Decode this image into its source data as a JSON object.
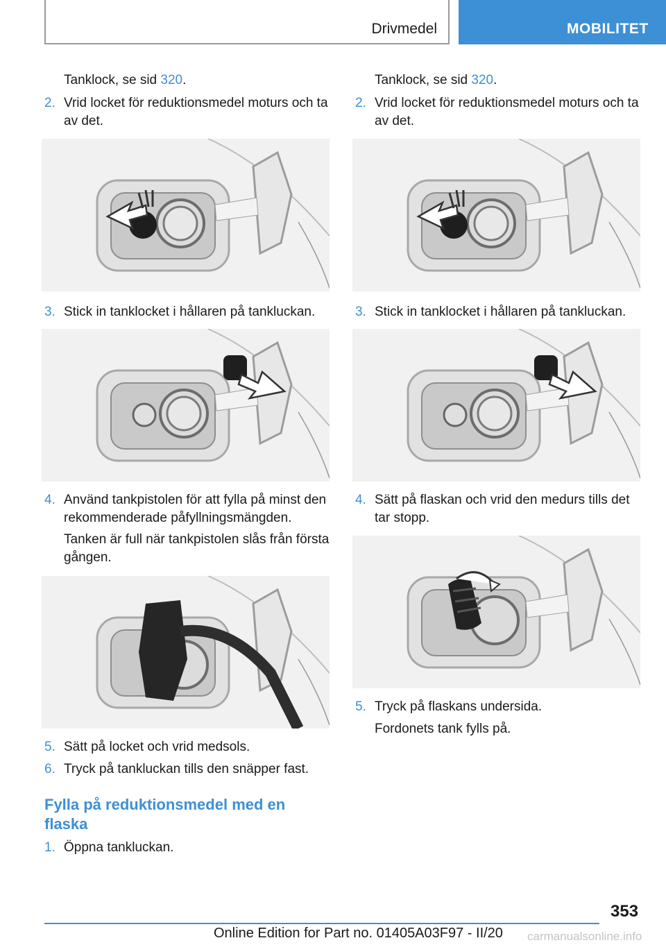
{
  "header": {
    "section": "Drivmedel",
    "chapter": "MOBILITET"
  },
  "left": {
    "intro_prefix": "Tanklock, se sid ",
    "intro_link": "320",
    "intro_suffix": ".",
    "step2_num": "2.",
    "step2_text": "Vrid locket för reduktionsmedel moturs och ta av det.",
    "step3_num": "3.",
    "step3_text": "Stick in tanklocket i hållaren på tankluckan.",
    "step4_num": "4.",
    "step4_text": "Använd tankpistolen för att fylla på minst den rekommenderade påfyllningsmängden.",
    "step4_note": "Tanken är full när tankpistolen slås från första gången.",
    "step5_num": "5.",
    "step5_text": "Sätt på locket och vrid medsols.",
    "step6_num": "6.",
    "step6_text": "Tryck på tankluckan tills den snäpper fast.",
    "section_heading": "Fylla på reduktionsmedel med en flaska",
    "step1_num": "1.",
    "step1_text": "Öppna tankluckan."
  },
  "right": {
    "intro_prefix": "Tanklock, se sid ",
    "intro_link": "320",
    "intro_suffix": ".",
    "step2_num": "2.",
    "step2_text": "Vrid locket för reduktionsmedel moturs och ta av det.",
    "step3_num": "3.",
    "step3_text": "Stick in tanklocket i hållaren på tankluckan.",
    "step4_num": "4.",
    "step4_text": "Sätt på flaskan och vrid den medurs tills det tar stopp.",
    "step5_num": "5.",
    "step5_text": "Tryck på flaskans undersida.",
    "step5_note": "Fordonets tank fylls på."
  },
  "footer": {
    "page_number": "353",
    "edition": "Online Edition for Part no. 01405A03F97 - II/20",
    "watermark": "carmanualsonline.info"
  }
}
